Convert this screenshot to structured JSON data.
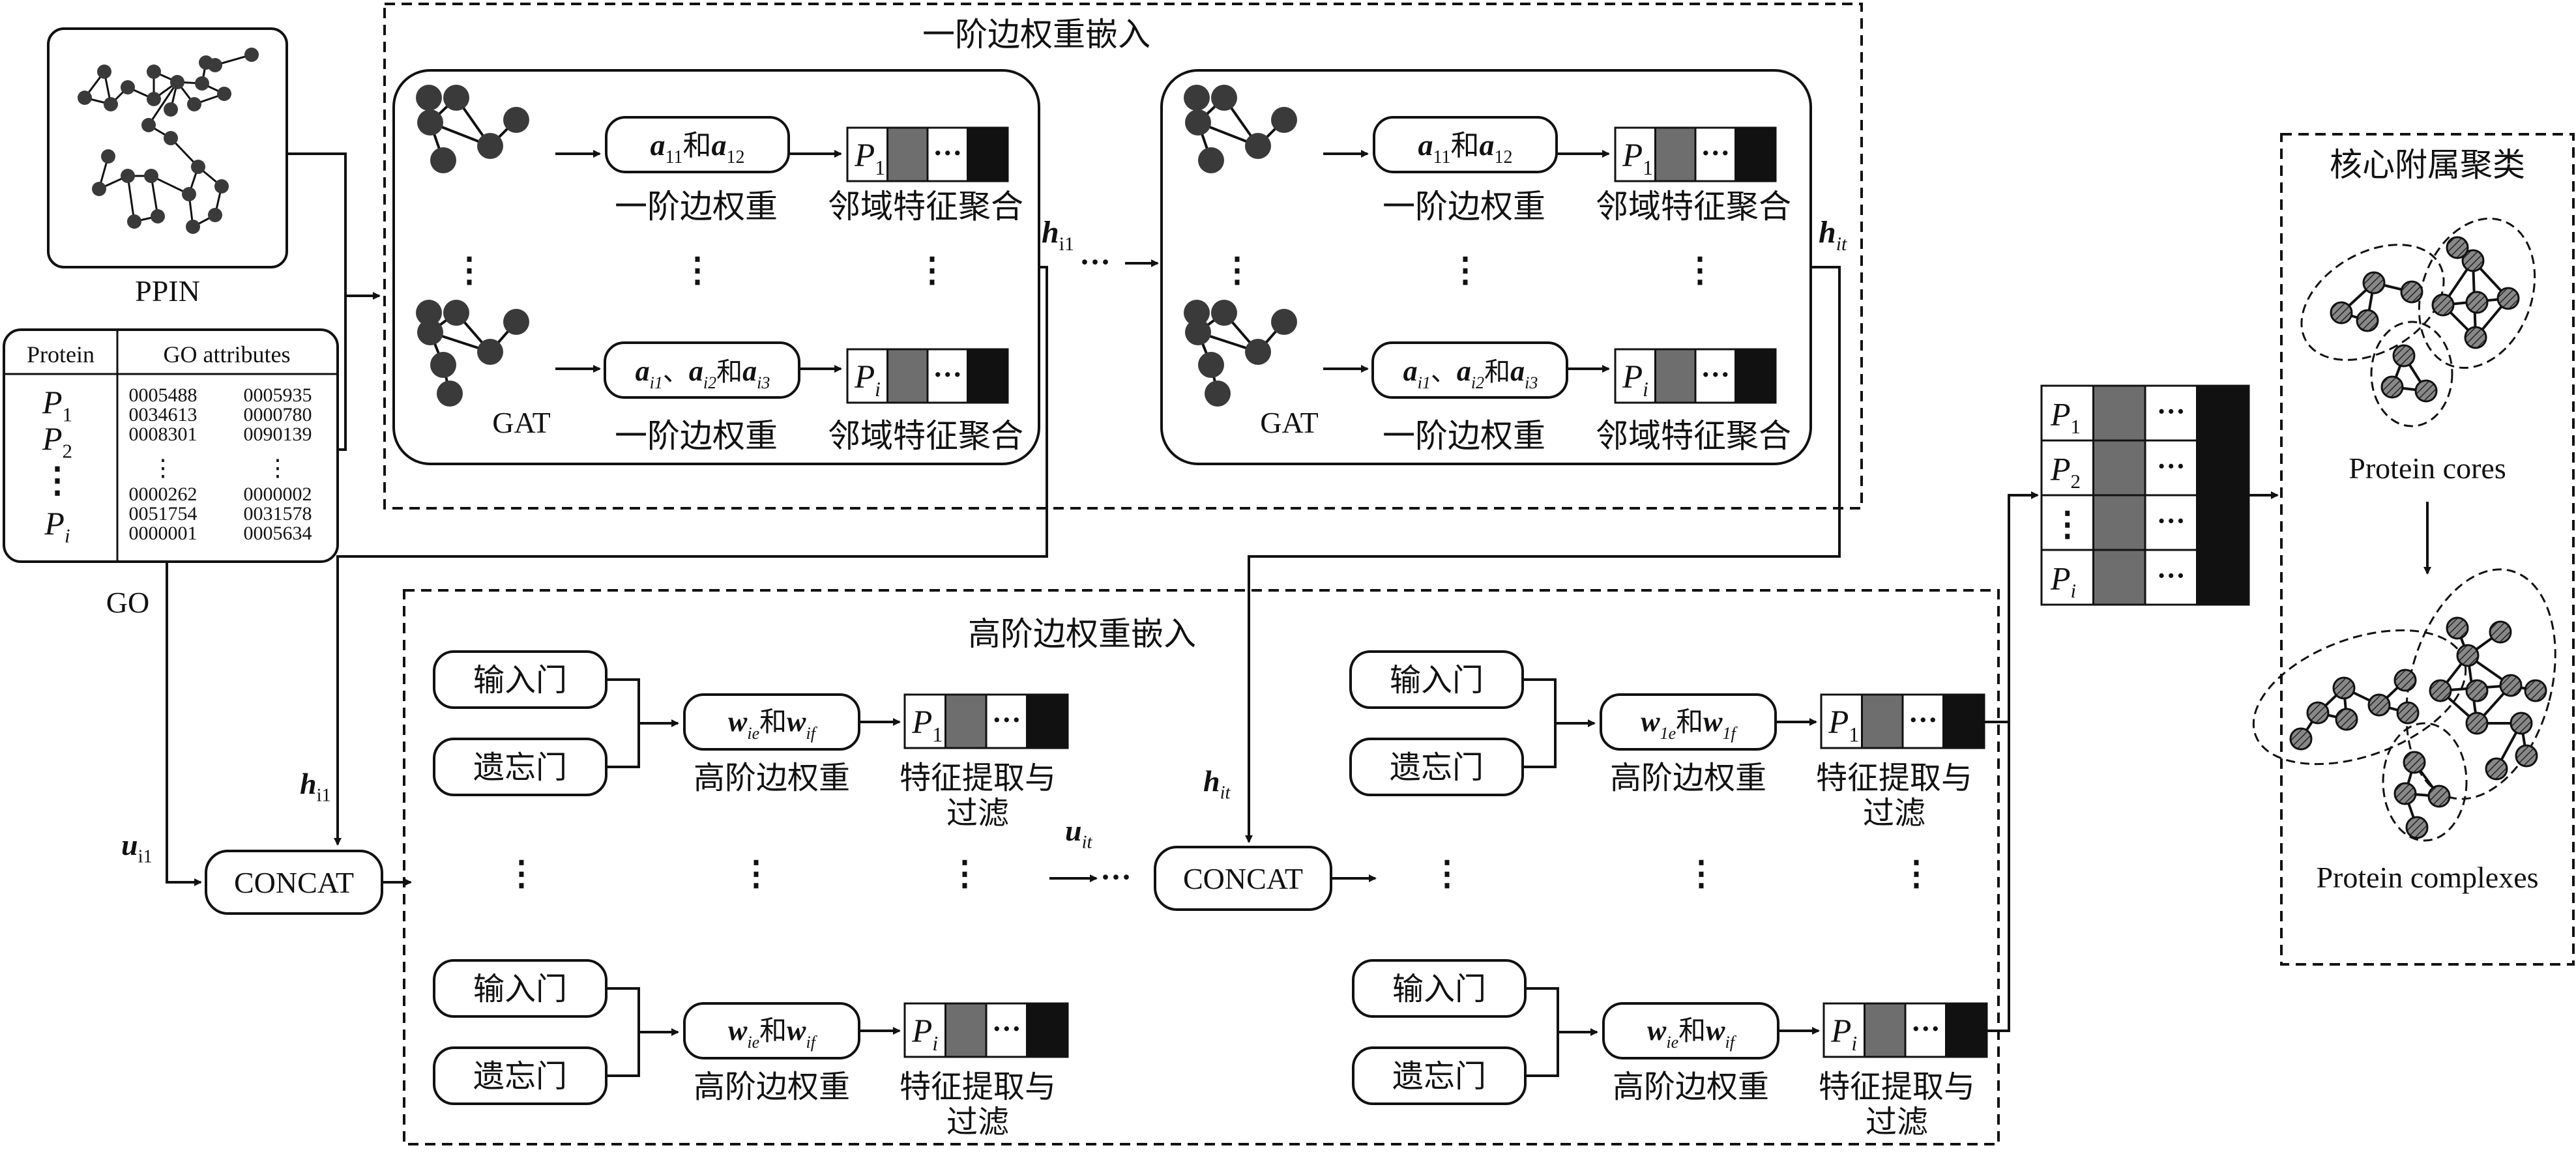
{
  "colors": {
    "ink": "#111111",
    "node": "#3a3a3a",
    "cell_gray": "#6e6e6e",
    "cell_black": "#111111",
    "hatch": "#555555"
  },
  "ppin": {
    "label": "PPIN"
  },
  "go_table": {
    "header": [
      "Protein",
      "GO attributes"
    ],
    "proteins": [
      "P",
      "P",
      "P"
    ],
    "protein_subs": [
      "1",
      "2",
      "i"
    ],
    "ids": [
      [
        "0005488",
        "0005935"
      ],
      [
        "0034613",
        "0000780"
      ],
      [
        "0008301",
        "0090139"
      ],
      [
        "0000262",
        "0000002"
      ],
      [
        "0051754",
        "0031578"
      ],
      [
        "0000001",
        "0005634"
      ]
    ],
    "dots": "⋮",
    "caption": "GO"
  },
  "first_order": {
    "title": "一阶边权重嵌入",
    "weights_top": {
      "a": "a",
      "sub1": "11",
      "and": "和",
      "sub2": "12"
    },
    "weights_bottom": {
      "a": "a",
      "sub1": "i1",
      "sep": "、",
      "sub2": "i2",
      "and": "和",
      "sub3": "i3"
    },
    "label_weight": "一阶边权重",
    "label_agg": "邻域特征聚合",
    "label_gat": "GAT",
    "h_out_left": {
      "h": "h",
      "sub": "i1"
    },
    "h_out_right": {
      "h": "h",
      "sub": "it"
    },
    "vdots": "⋮",
    "dots": "···"
  },
  "feature_cells": {
    "p": "P",
    "sub_first": "1",
    "sub_last": "i",
    "ellipsis": "···"
  },
  "high_order": {
    "title": "高阶边权重嵌入",
    "input_gate": "输入门",
    "forget_gate": "遗忘门",
    "weights": {
      "w": "w",
      "sub_e": "ie",
      "and": "和",
      "sub_f": "if"
    },
    "weights_right_top": {
      "w": "w",
      "sub_e": "1e",
      "and": "和",
      "sub_f": "1f"
    },
    "label_weight": "高阶边权重",
    "label_extract_1": "特征提取与",
    "label_extract_2": "过滤",
    "concat": "CONCAT",
    "u_left": {
      "u": "u",
      "sub": "i1"
    },
    "u_right": {
      "u": "u",
      "sub": "it"
    },
    "h_left": {
      "h": "h",
      "sub": "i1"
    },
    "h_right": {
      "h": "h",
      "sub": "it"
    },
    "vdots": "⋮",
    "dots": "···"
  },
  "output_matrix": {
    "rows": [
      {
        "p": "P",
        "sub": "1"
      },
      {
        "p": "P",
        "sub": "2"
      },
      {
        "p": "⋮",
        "sub": ""
      },
      {
        "p": "P",
        "sub": "i"
      }
    ],
    "ellipsis": "···"
  },
  "clustering": {
    "title": "核心附属聚类",
    "cores": "Protein cores",
    "complexes": "Protein complexes"
  }
}
